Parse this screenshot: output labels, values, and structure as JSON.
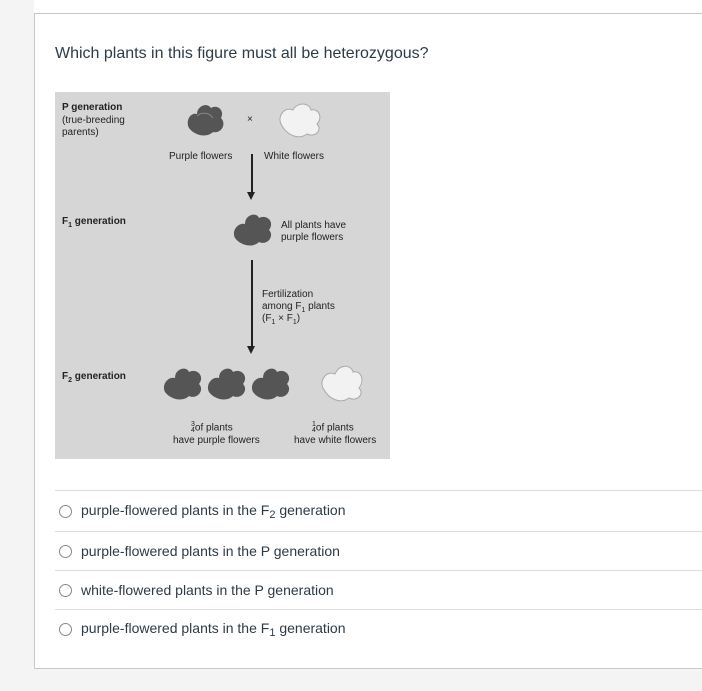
{
  "question": "Which plants in this figure must all be heterozygous?",
  "figure": {
    "p_gen_label": "P generation",
    "p_gen_sub1": "(true-breeding",
    "p_gen_sub2": "parents)",
    "cross_symbol": "×",
    "purple_label": "Purple flowers",
    "white_label": "White flowers",
    "f1_label_main": "F",
    "f1_label_sub": "1",
    "f1_label_rest": " generation",
    "f1_desc1": "All plants have",
    "f1_desc2": "purple flowers",
    "fert1": "Fertilization",
    "fert2_a": "among F",
    "fert2_sub": "1",
    "fert2_b": " plants",
    "fert3_a": "(F",
    "fert3_sub1": "1",
    "fert3_mid": " × F",
    "fert3_sub2": "1",
    "fert3_b": ")",
    "f2_label_main": "F",
    "f2_label_sub": "2",
    "f2_label_rest": " generation",
    "frac_34_num": "3",
    "frac_34_den": "4",
    "f2_purple1": "of plants",
    "f2_purple2": "have purple flowers",
    "frac_14_num": "1",
    "frac_14_den": "4",
    "f2_white1": "of plants",
    "f2_white2": "have white flowers"
  },
  "options": [
    {
      "pre": "purple-flowered plants in the F",
      "sub": "2",
      "post": " generation"
    },
    {
      "pre": "purple-flowered plants in the P generation",
      "sub": "",
      "post": ""
    },
    {
      "pre": "white-flowered plants in the P generation",
      "sub": "",
      "post": ""
    },
    {
      "pre": "purple-flowered plants in the F",
      "sub": "1",
      "post": " generation"
    }
  ],
  "colors": {
    "purple_flower": "#555555",
    "white_flower": "#f2f2f2",
    "figure_bg": "#d6d6d6",
    "text": "#2d3b45"
  }
}
